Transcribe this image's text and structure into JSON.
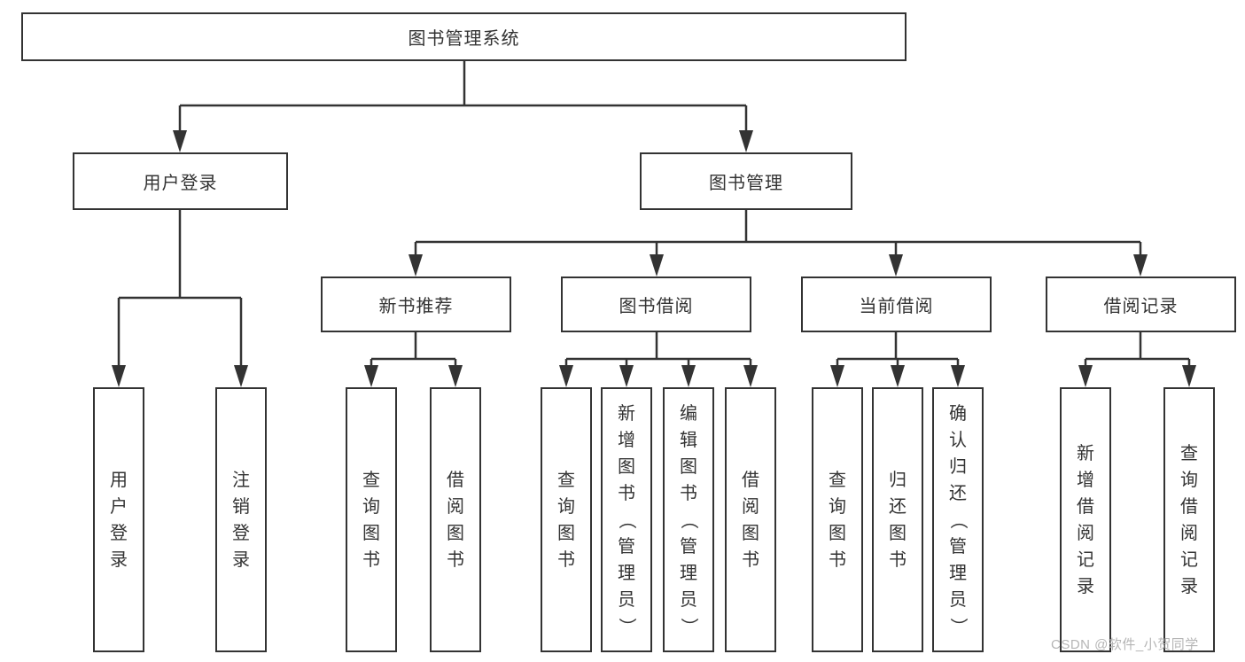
{
  "tree": {
    "root": {
      "label": "图书管理系统"
    },
    "branches": [
      {
        "label": "用户登录",
        "children": [
          {
            "label": "用户登录"
          },
          {
            "label": "注销登录"
          }
        ]
      },
      {
        "label": "图书管理",
        "children": [
          {
            "label": "新书推荐",
            "children": [
              {
                "label": "查询图书"
              },
              {
                "label": "借阅图书"
              }
            ]
          },
          {
            "label": "图书借阅",
            "children": [
              {
                "label": "查询图书"
              },
              {
                "label": "新增图书（管理员）"
              },
              {
                "label": "编辑图书（管理员）"
              },
              {
                "label": "借阅图书"
              }
            ]
          },
          {
            "label": "当前借阅",
            "children": [
              {
                "label": "查询图书"
              },
              {
                "label": "归还图书"
              },
              {
                "label": "确认归还（管理员）"
              }
            ]
          },
          {
            "label": "借阅记录",
            "children": [
              {
                "label": "新增借阅记录"
              },
              {
                "label": "查询借阅记录"
              }
            ]
          }
        ]
      }
    ]
  },
  "watermark": "CSDN @软件_小贺同学",
  "colors": {
    "line": "#333333",
    "text": "#333333",
    "box_background": "#ffffff",
    "page_background": "#ffffff",
    "watermark": "#b5b5b5"
  }
}
